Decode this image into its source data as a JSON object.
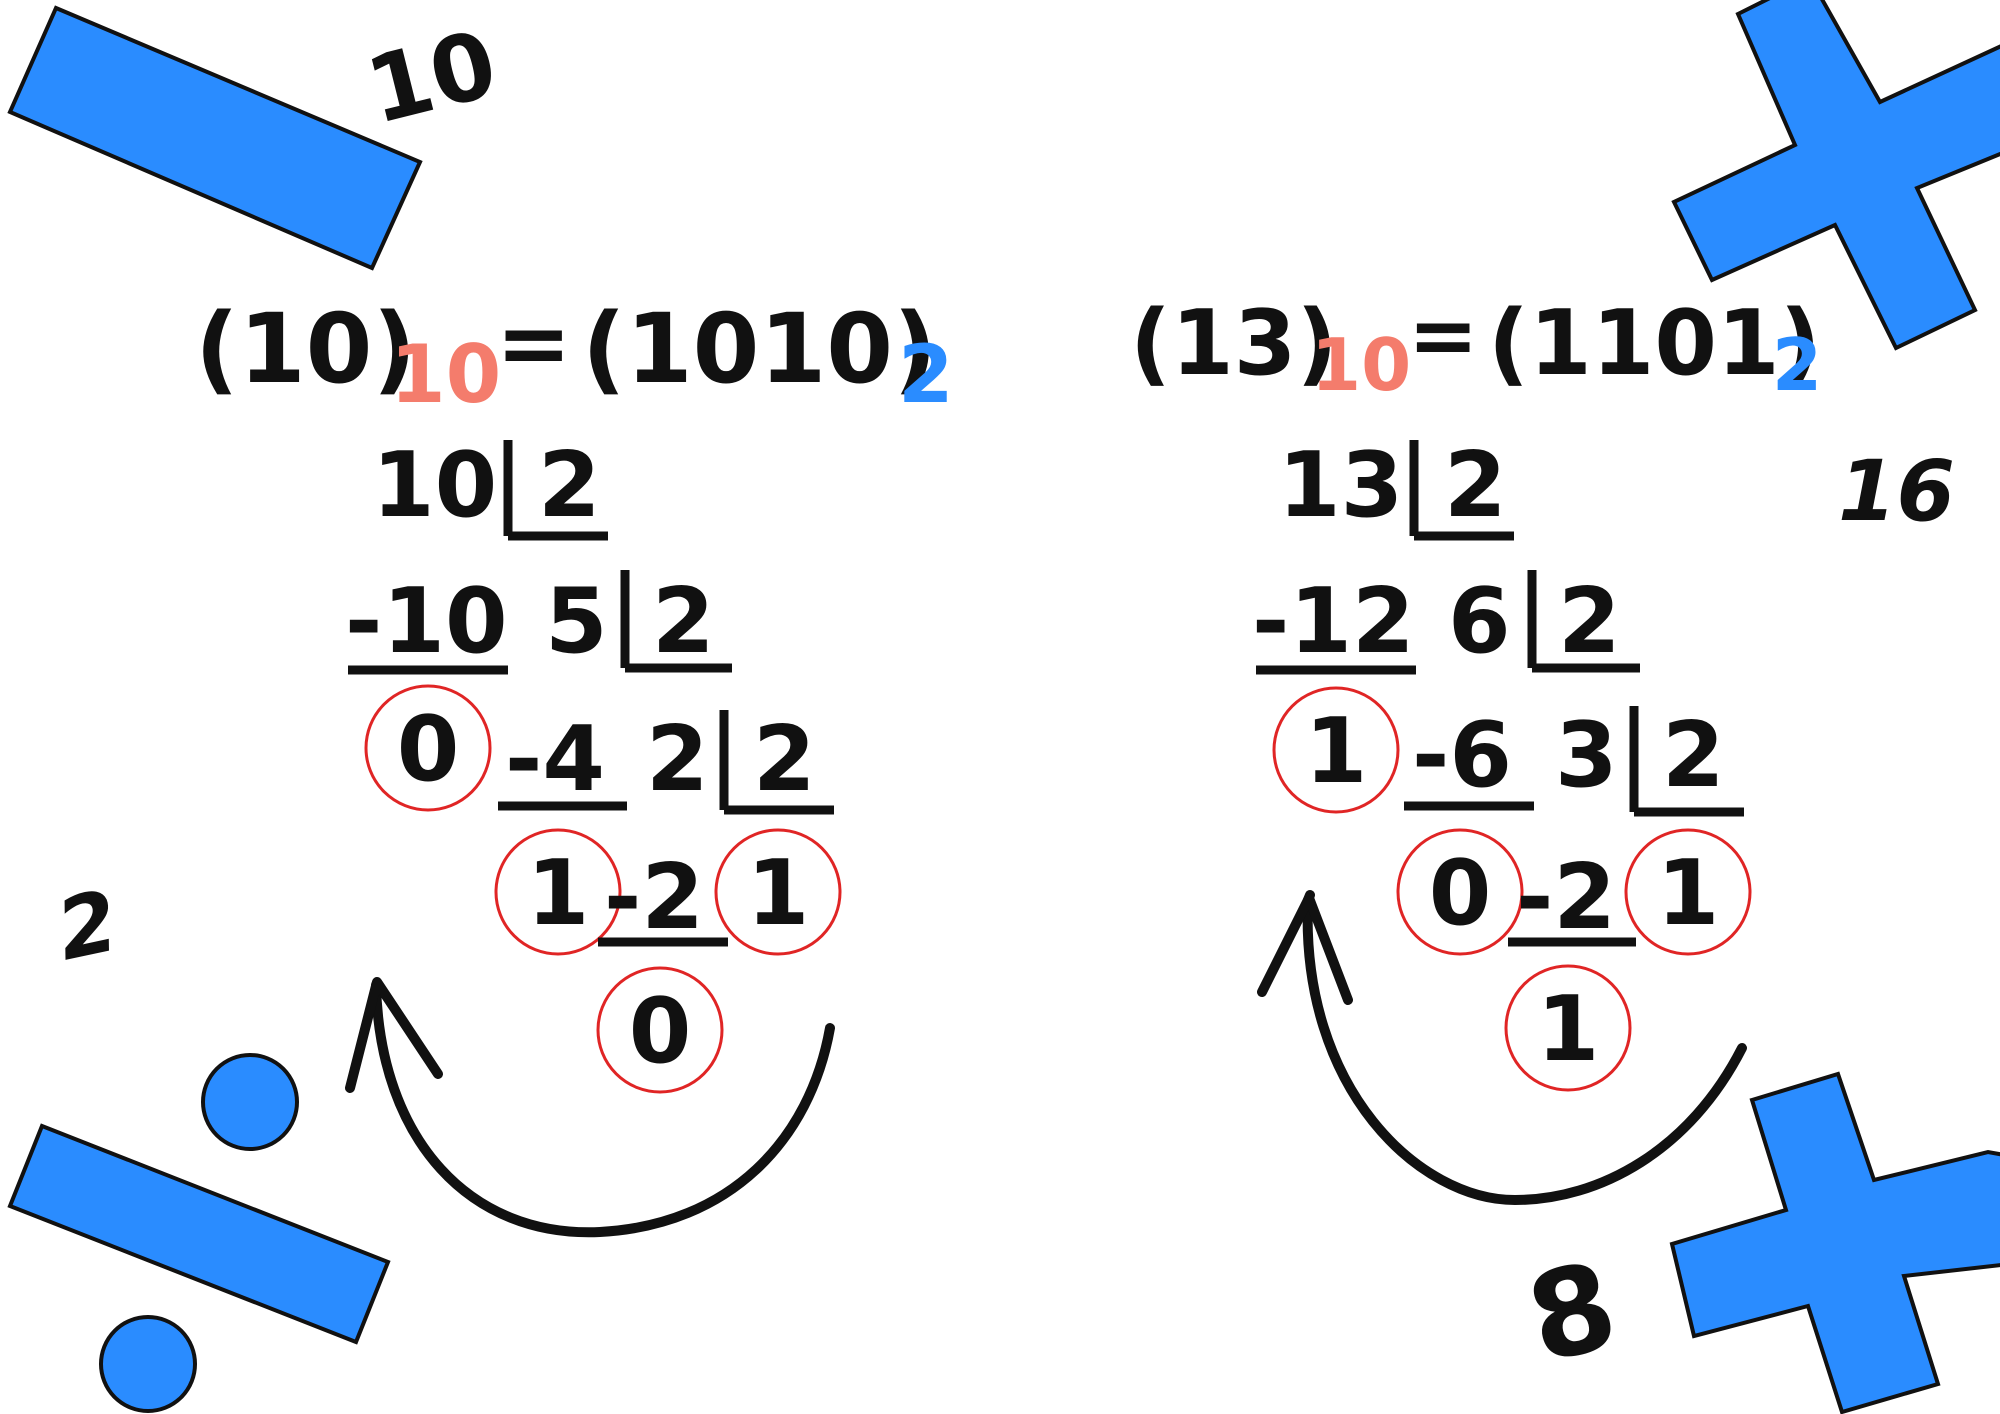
{
  "colors": {
    "shape_blue": "#2a8cff",
    "base10_color": "#f47c6c",
    "base2_color": "#2a8cff",
    "ink": "#111111",
    "circle_red": "#e02525"
  },
  "decor": {
    "num_10": "10",
    "num_16": "16",
    "num_2": "2",
    "num_8": "8"
  },
  "example1": {
    "lhs": "(10)",
    "lhs_base": "10",
    "eq": "=",
    "rhs": "(1010)",
    "rhs_base": "2",
    "div1": {
      "dividend": "10",
      "divisor": "2",
      "sub": "-10",
      "remainder": "0"
    },
    "div2": {
      "dividend": "5",
      "divisor": "2",
      "sub": "-4",
      "remainder": "1"
    },
    "div3": {
      "dividend": "2",
      "divisor": "2",
      "sub": "-2",
      "remainder": "0"
    },
    "last_quotient": "1"
  },
  "example2": {
    "lhs": "(13)",
    "lhs_base": "10",
    "eq": "=",
    "rhs": "(1101)",
    "rhs_base": "2",
    "div1": {
      "dividend": "13",
      "divisor": "2",
      "sub": "-12",
      "remainder": "1"
    },
    "div2": {
      "dividend": "6",
      "divisor": "2",
      "sub": "-6",
      "remainder": "0"
    },
    "div3": {
      "dividend": "3",
      "divisor": "2",
      "sub": "-2",
      "remainder": "1"
    },
    "last_quotient": "1"
  }
}
